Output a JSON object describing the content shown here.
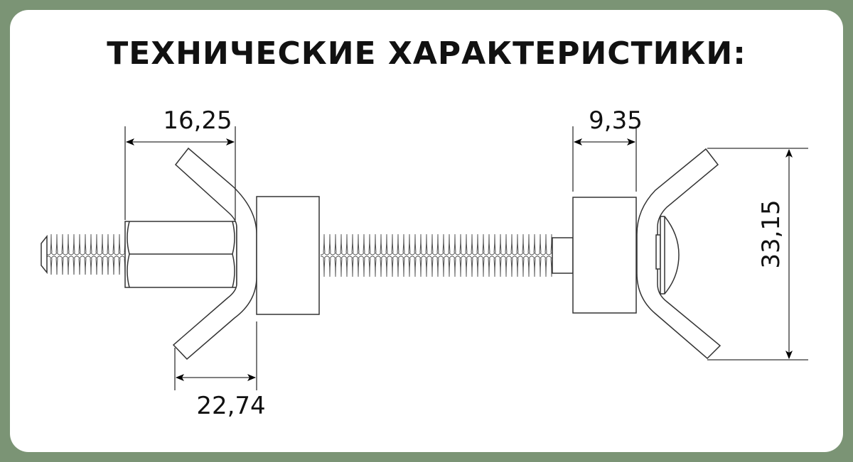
{
  "title": "ТЕХНИЧЕСКИЕ ХАРАКТЕРИСТИКИ:",
  "dimensions": {
    "nut_width": "16,25",
    "washer_width": "9,35",
    "bracket_depth": "22,74",
    "bracket_height": "33,15"
  },
  "colors": {
    "background": "#7b9475",
    "card": "#ffffff",
    "line": "#222222"
  }
}
